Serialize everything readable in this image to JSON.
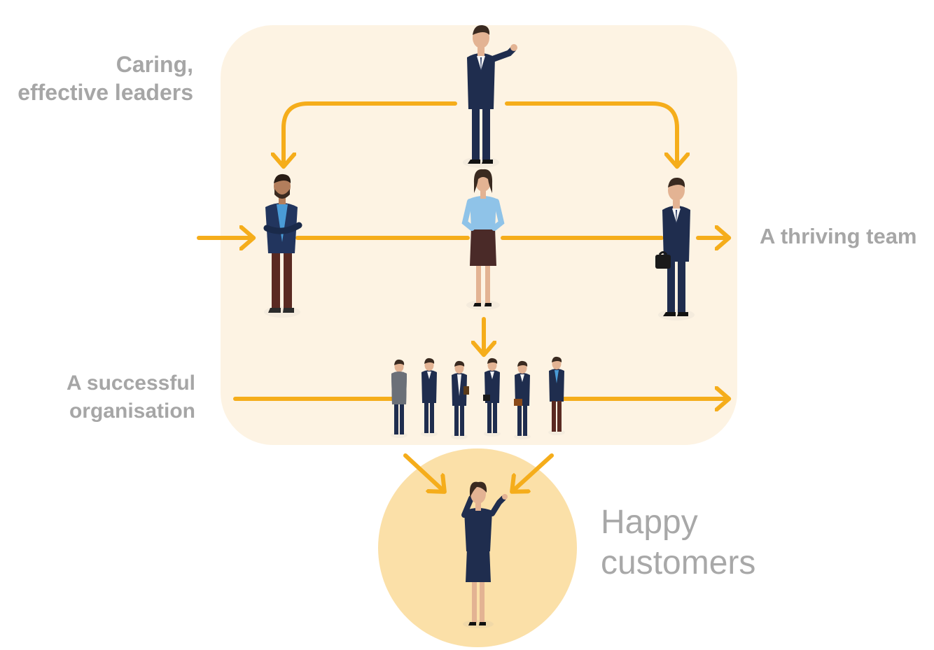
{
  "labels": {
    "leaders": [
      "Caring,",
      "effective leaders"
    ],
    "team": "A thriving team",
    "organisation": [
      "A successful",
      "organisation"
    ],
    "customers": [
      "Happy",
      "customers"
    ]
  },
  "colors": {
    "panel": "#fdf3e3",
    "circle": "#fbe0a8",
    "arrow": "#f5ad1b",
    "label": "#a6a6a6",
    "navy": "#1f2d4e",
    "skin": "#e3b393",
    "hair": "#3a2a20"
  }
}
